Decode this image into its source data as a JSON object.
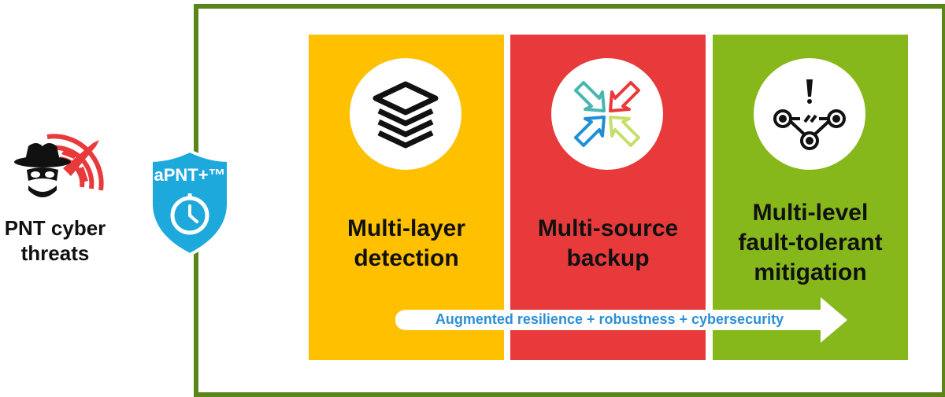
{
  "threat": {
    "label_line1": "PNT cyber",
    "label_line2": "threats",
    "icon": "spy-jammer-icon"
  },
  "shield": {
    "label": "aPNT+™",
    "icon": "clock-icon"
  },
  "columns": [
    {
      "title_line1": "Multi-layer",
      "title_line2": "detection",
      "title_line3": "",
      "icon": "layers-icon",
      "color": "#ffc000"
    },
    {
      "title_line1": "Multi-source",
      "title_line2": "backup",
      "title_line3": "",
      "icon": "converging-arrows-icon",
      "color": "#e8393b"
    },
    {
      "title_line1": "Multi-level",
      "title_line2": "fault-tolerant",
      "title_line3": "mitigation",
      "icon": "fault-network-icon",
      "color": "#86b81c"
    }
  ],
  "arrow": {
    "label": "Augmented resilience + robustness + cybersecurity",
    "text_color": "#2b8fd6"
  },
  "frame_color": "#5b8519"
}
